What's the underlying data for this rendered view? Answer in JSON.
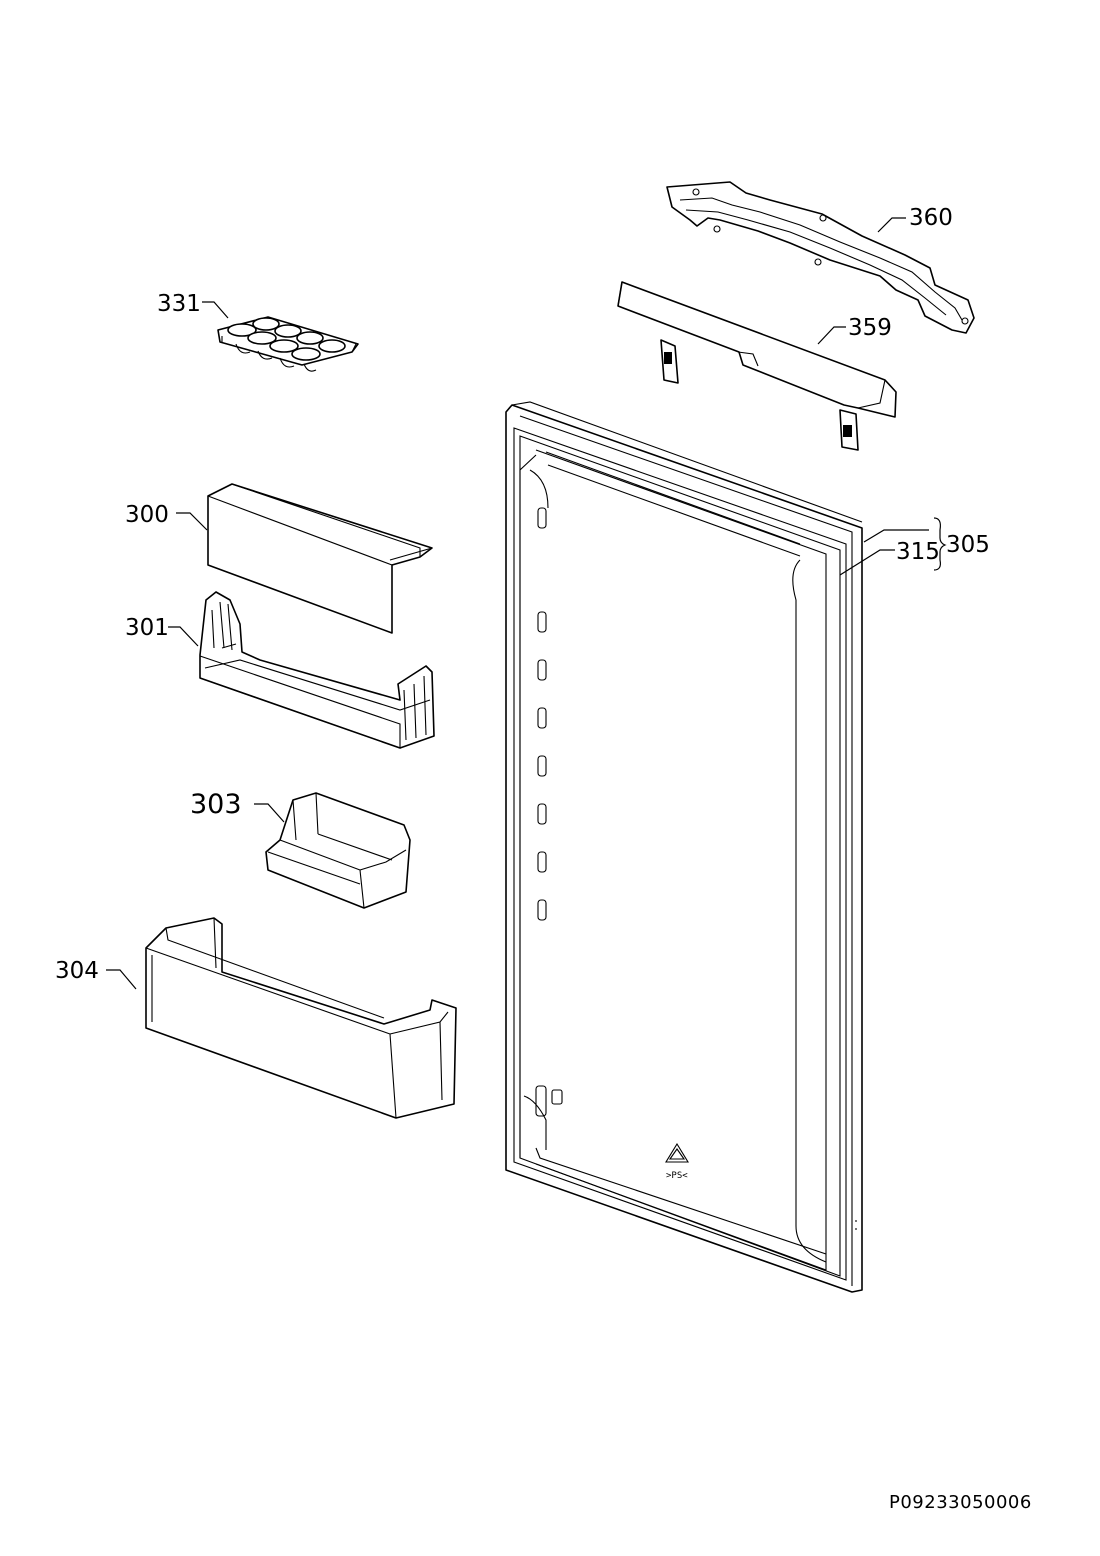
{
  "parts": [
    {
      "id": "p331",
      "label": "331"
    },
    {
      "id": "p360",
      "label": "360"
    },
    {
      "id": "p359",
      "label": "359"
    },
    {
      "id": "p300",
      "label": "300"
    },
    {
      "id": "p301",
      "label": "301"
    },
    {
      "id": "p303",
      "label": "303"
    },
    {
      "id": "p304",
      "label": "304"
    },
    {
      "id": "p315",
      "label": "315"
    },
    {
      "id": "p305",
      "label": "305"
    }
  ],
  "recycle_mark": ">PS<",
  "document_code": "P09233050006"
}
